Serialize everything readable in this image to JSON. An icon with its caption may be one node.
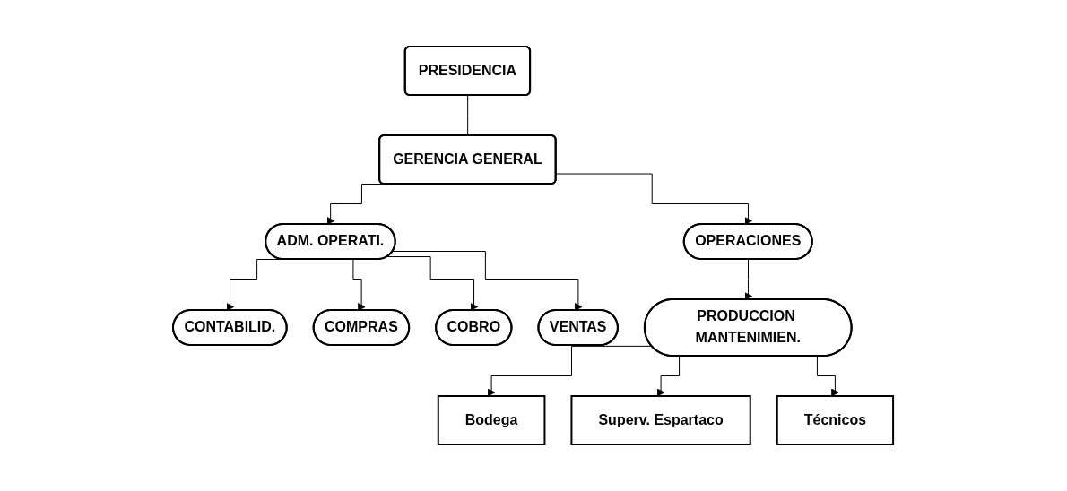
{
  "diagram": {
    "nodes": [
      {
        "text": [
          "PRESIDENCIA"
        ]
      },
      {
        "text": [
          "GERENCIA GENERAL"
        ]
      },
      {
        "text": [
          "ADM. OPERATI."
        ]
      },
      {
        "text": [
          "OPERACIONES"
        ]
      },
      {
        "text": [
          "CONTABILID."
        ]
      },
      {
        "text": [
          "COMPRAS"
        ]
      },
      {
        "text": [
          "COBRO"
        ]
      },
      {
        "text": [
          "VENTAS"
        ]
      },
      {
        "text": [
          "PRODUCCION MANTENIMIEN."
        ]
      },
      {
        "text": [
          "Bodega"
        ]
      },
      {
        "text": [
          "Superv. Espartaco"
        ]
      },
      {
        "text": [
          "Técnicos"
        ]
      }
    ],
    "edges": [
      {
        "from": 0,
        "to": 1,
        "arrow": "none"
      },
      {
        "from": 1,
        "to": 2,
        "arrow": "to"
      },
      {
        "from": 1,
        "to": 3,
        "arrow": "to"
      },
      {
        "from": 2,
        "to": 4,
        "arrow": "to"
      },
      {
        "from": 2,
        "to": 5,
        "arrow": "to"
      },
      {
        "from": 2,
        "to": 6,
        "arrow": "to"
      },
      {
        "from": 2,
        "to": 7,
        "arrow": "to"
      },
      {
        "from": 3,
        "to": 8,
        "arrow": "to"
      },
      {
        "from": 8,
        "to": 9,
        "arrow": "to"
      },
      {
        "from": 8,
        "to": 10,
        "arrow": "to"
      },
      {
        "from": 8,
        "to": 11,
        "arrow": "to"
      }
    ]
  }
}
